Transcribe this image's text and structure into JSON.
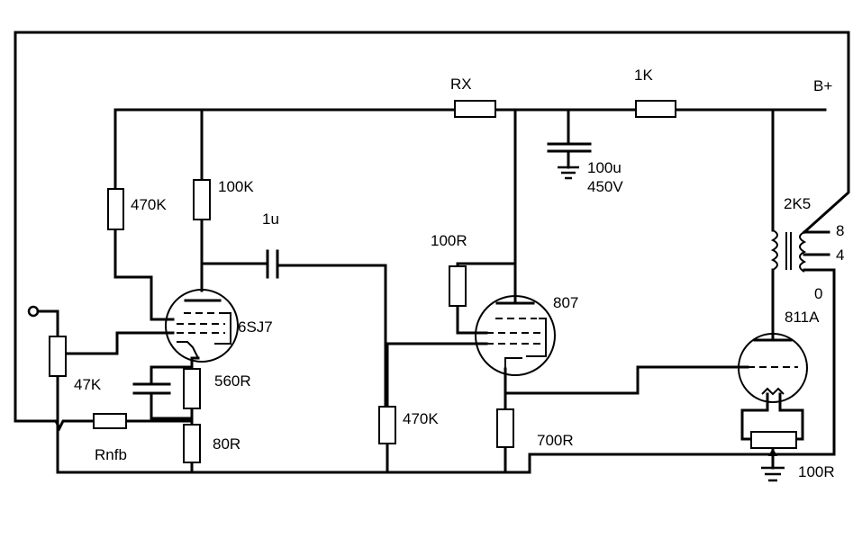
{
  "labels": {
    "supply": "B+",
    "r_drop": "RX",
    "r_1k": "1K",
    "c_filter_value": "100u",
    "c_filter_voltage": "450V",
    "r_plate": "100K",
    "r_screen": "470K",
    "c_couple": "1u",
    "tube1": "6SJ7",
    "tube2": "807",
    "tube3": "811A",
    "r_grid2": "100R",
    "transformer": "2K5",
    "tap_8": "8",
    "tap_4": "4",
    "tap_0": "0",
    "pot_input": "47K",
    "r_cathode": "560R",
    "r_cathode2": "80R",
    "r_nfb": "Rnfb",
    "r_grid_leak": "470K",
    "r_cathode_807": "700R",
    "pot_hum": "100R"
  }
}
